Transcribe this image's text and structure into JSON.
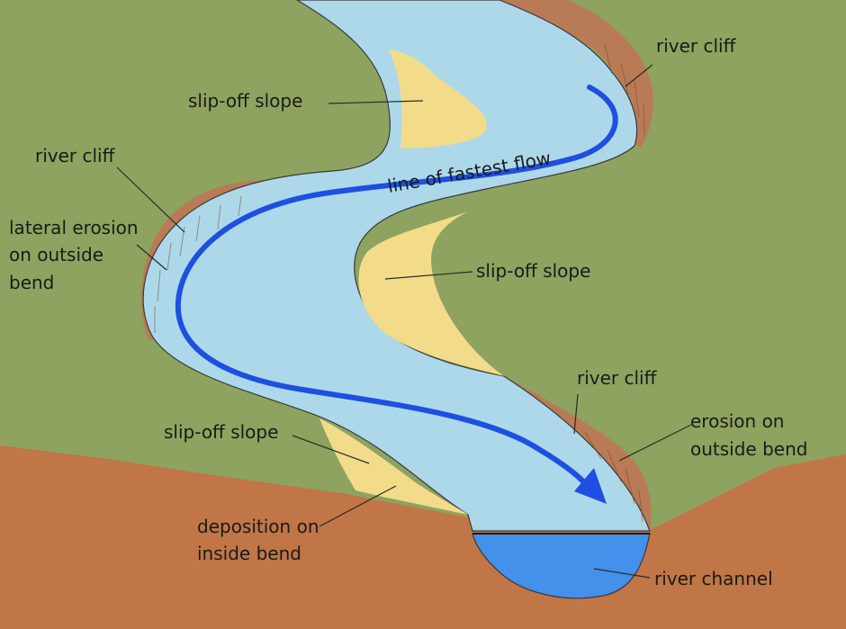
{
  "diagram": {
    "labels": {
      "river_cliff_top": "river cliff",
      "slip_off_top": "slip-off slope",
      "river_cliff_left": "river cliff",
      "lateral_line1": "lateral erosion",
      "lateral_line2": "on outside",
      "lateral_line3": "bend",
      "fastest_flow": "line of fastest flow",
      "slip_off_mid": "slip-off slope",
      "river_cliff_right": "river cliff",
      "erosion_line1": "erosion on",
      "erosion_line2": "outside bend",
      "slip_off_bottom": "slip-off slope",
      "deposition_line1": "deposition on",
      "deposition_line2": "inside bend",
      "river_channel": "river channel"
    },
    "colors": {
      "grass": "#8ea35f",
      "soil": "#c07646",
      "cliff": "#b97a56",
      "sand": "#f2dc8a",
      "water": "#acd8ea",
      "channel_water": "#4391ea",
      "flow_arrow": "#1f4fe0"
    }
  }
}
